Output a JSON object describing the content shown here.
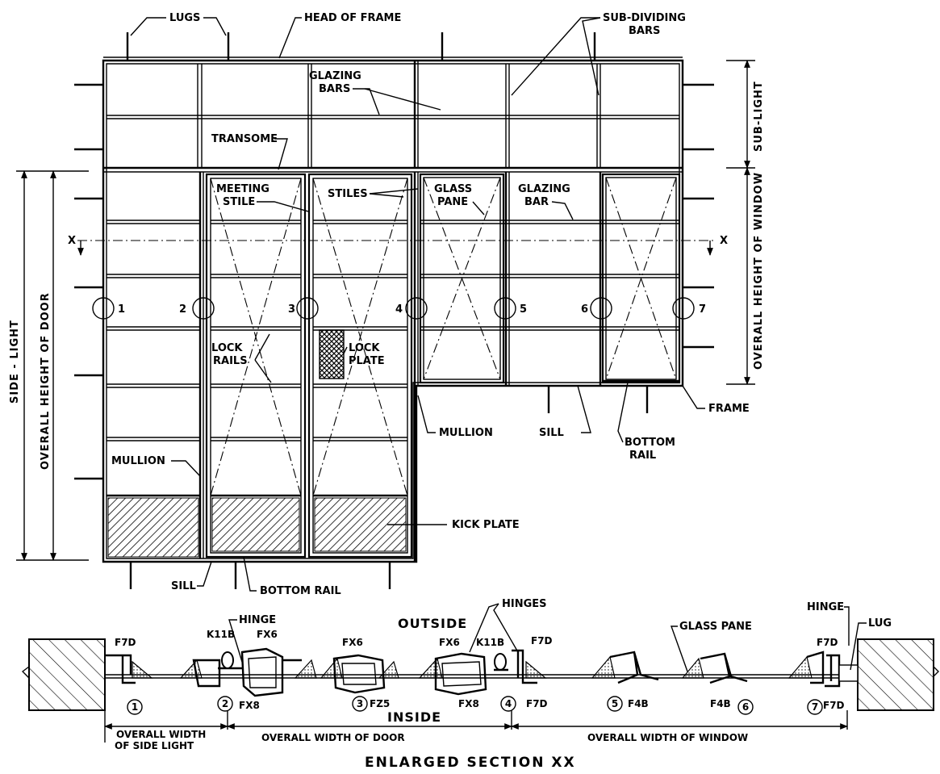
{
  "labels": {
    "lugs": "LUGS",
    "head_of_frame": "HEAD OF FRAME",
    "sub_dividing_bars_1": "SUB-DIVIDING",
    "sub_dividing_bars_2": "BARS",
    "glazing_bars_1": "GLAZING",
    "glazing_bars_2": "BARS",
    "transome": "TRANSOME",
    "meeting_stile_1": "MEETING",
    "meeting_stile_2": "STILE",
    "stiles": "STILES",
    "glass_pane_1": "GLASS",
    "glass_pane_2": "PANE",
    "glazing_bar_1": "GLAZING",
    "glazing_bar_2": "BAR",
    "sub_light": "SUB-LIGHT",
    "overall_height_window": "OVERALL HEIGHT OF WINDOW",
    "side_light": "SIDE - LIGHT",
    "overall_height_door": "OVERALL HEIGHT OF DOOR",
    "lock_rails_1": "LOCK",
    "lock_rails_2": "RAILS",
    "lock_plate_1": "LOCK",
    "lock_plate_2": "PLATE",
    "mullion_right": "MULLION",
    "sill_right": "SILL",
    "bottom_rail_right_1": "BOTTOM",
    "bottom_rail_right_2": "RAIL",
    "frame": "FRAME",
    "mullion_left": "MULLION",
    "kick_plate": "KICK PLATE",
    "sill_bottom": "SILL",
    "bottom_rail_bottom": "BOTTOM RAIL",
    "section_x_left": "X",
    "section_x_right": "X",
    "joint_1": "1",
    "joint_2": "2",
    "joint_3": "3",
    "joint_4": "4",
    "joint_5": "5",
    "joint_6": "6",
    "joint_7": "7"
  },
  "section": {
    "outside": "OUTSIDE",
    "inside": "INSIDE",
    "hinge_left": "HINGE",
    "hinges": "HINGES",
    "hinge_right": "HINGE",
    "lug": "LUG",
    "glass_pane": "GLASS PANE",
    "sections": {
      "f7d_top_left": "F7D",
      "k11b_left": "K11B",
      "fx6_top_1": "FX6",
      "fx6_top_2": "FX6",
      "fx6_top_3": "FX6",
      "k11b_right": "K11B",
      "f7d_top_mid": "F7D",
      "f7d_top_right": "F7D",
      "fx8_bottom_1": "FX8",
      "fz5_bottom": "FZ5",
      "fx8_bottom_2": "FX8",
      "f7d_bottom_mid": "F7D",
      "f4b_bottom_1": "F4B",
      "f4b_bottom_2": "F4B",
      "f7d_bottom_right": "F7D"
    },
    "circles": [
      "1",
      "2",
      "3",
      "4",
      "5",
      "6",
      "7"
    ],
    "overall_width_side_light_1": "OVERALL WIDTH",
    "overall_width_side_light_2": "OF SIDE LIGHT",
    "overall_width_door": "OVERALL WIDTH OF DOOR",
    "overall_width_window": "OVERALL WIDTH OF WINDOW",
    "title": "ENLARGED SECTION XX"
  }
}
